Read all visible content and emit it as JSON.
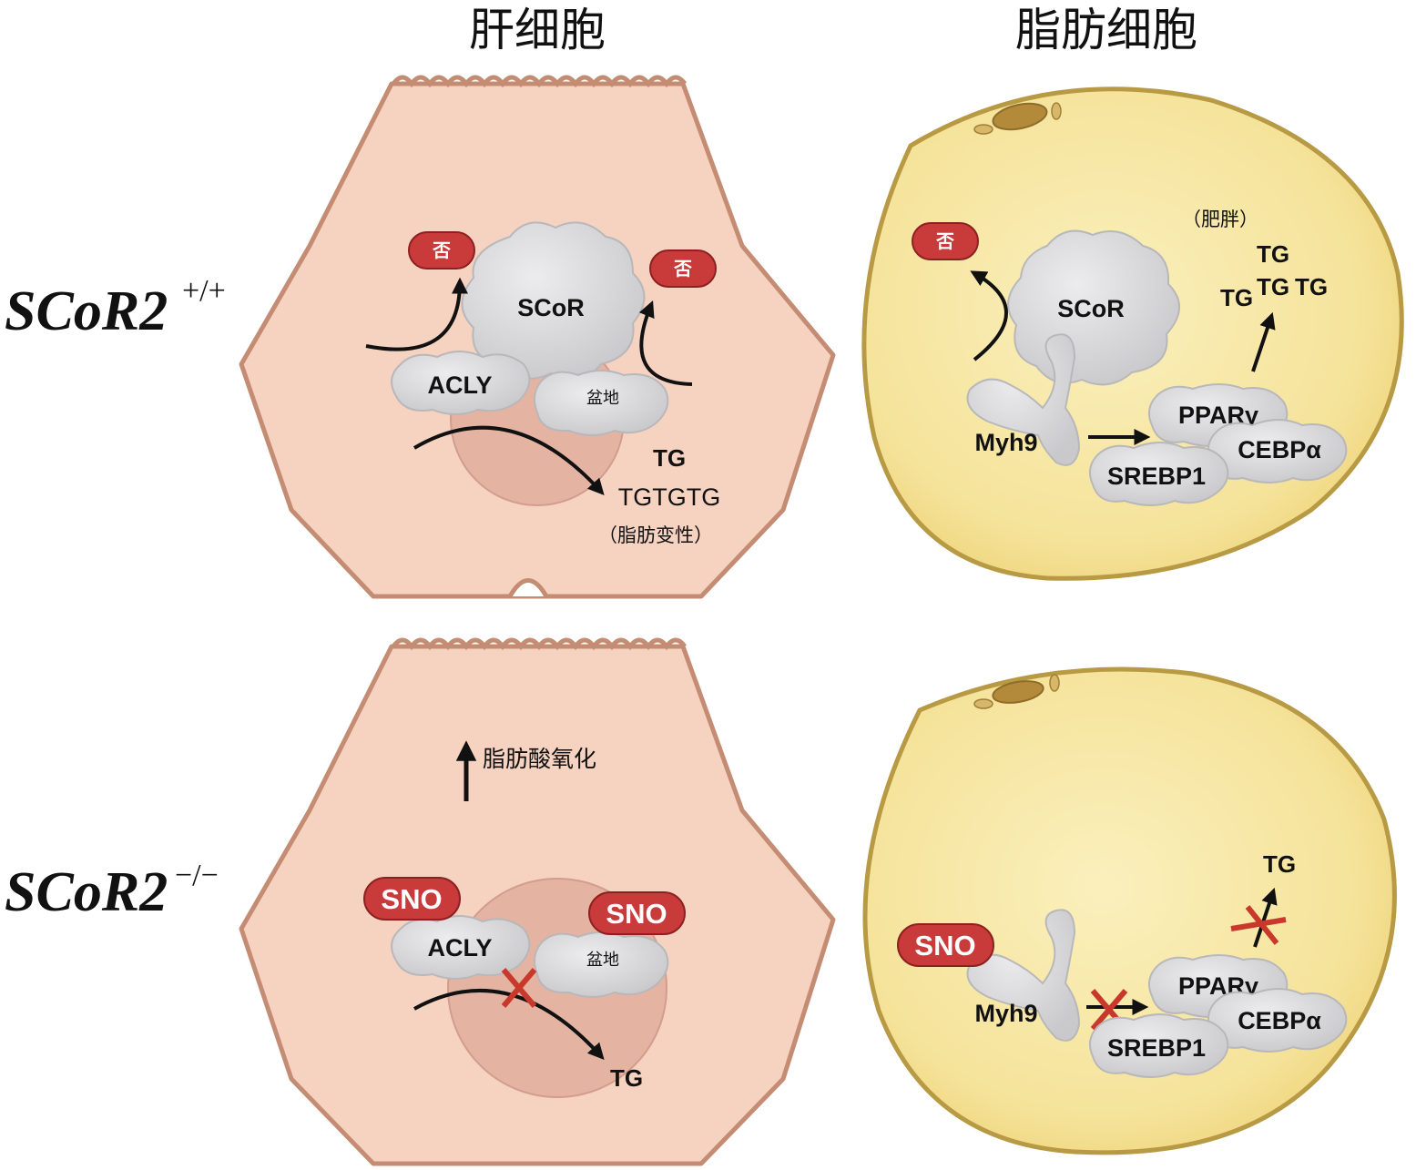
{
  "headers": {
    "hepatocyte": "肝细胞",
    "adipocyte": "脂肪细胞"
  },
  "genotypes": {
    "wt": {
      "name": "SCoR2",
      "sup": "+/+"
    },
    "ko": {
      "name": "SCoR2",
      "sup": "−/−"
    }
  },
  "proteins": {
    "scor": "SCoR",
    "acly": "ACLY",
    "basin": "盆地",
    "myh9": "Myh9",
    "ppar": "PPARγ",
    "cebp": "CEBPα",
    "srebp": "SREBP1"
  },
  "tags": {
    "no": "否",
    "sno": "SNO"
  },
  "products": {
    "tg": "TG",
    "tg_row": "TGTGTG"
  },
  "notes": {
    "steatosis": "（脂肪变性）",
    "obesity": "（肥胖）",
    "fao": "脂肪酸氧化"
  },
  "colors": {
    "liver_fill": "#f6d2c1",
    "liver_edge": "#c58c74",
    "nucleus": "#e4b3a2",
    "fat_fill": "#f5e39a",
    "fat_edge": "#b89a45",
    "protein": "#d6d6d8",
    "tag_red": "#c93a3a",
    "inhibit_x": "#c8392c"
  }
}
